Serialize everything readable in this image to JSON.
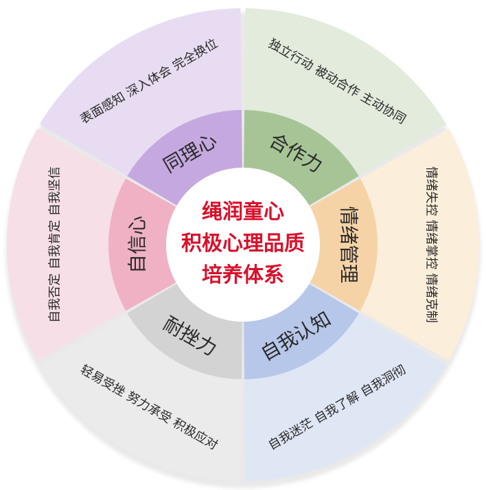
{
  "center": {
    "lines": [
      "绳润童心",
      "积极心理品质",
      "培养体系"
    ],
    "color": "#d8102b"
  },
  "segments": [
    {
      "name": "自信心",
      "outer_text": "自我否定 自我肯定 自我坚信",
      "outer_color": "#f6dfe6",
      "inner_color": "#efb1c3"
    },
    {
      "name": "同理心",
      "outer_text": "表面感知 深入体会 完全换位",
      "outer_color": "#e7dcf1",
      "inner_color": "#c6a8e0"
    },
    {
      "name": "合作力",
      "outer_text": "独立行动 被动合作 主动协同",
      "outer_color": "#e2ebdc",
      "inner_color": "#a7c496"
    },
    {
      "name": "情绪管理",
      "outer_text": "情绪失控 情绪掌控 情绪克制",
      "outer_color": "#fbeedb",
      "inner_color": "#f5d3a6"
    },
    {
      "name": "自我认知",
      "outer_text": "自我迷茫 自我了解 自我洞彻",
      "outer_color": "#dfe6f4",
      "inner_color": "#b7c7e9"
    },
    {
      "name": "耐挫力",
      "outer_text": "轻易受挫 努力承受 积极应对",
      "outer_color": "#ebebeb",
      "inner_color": "#d3d3d3"
    }
  ]
}
